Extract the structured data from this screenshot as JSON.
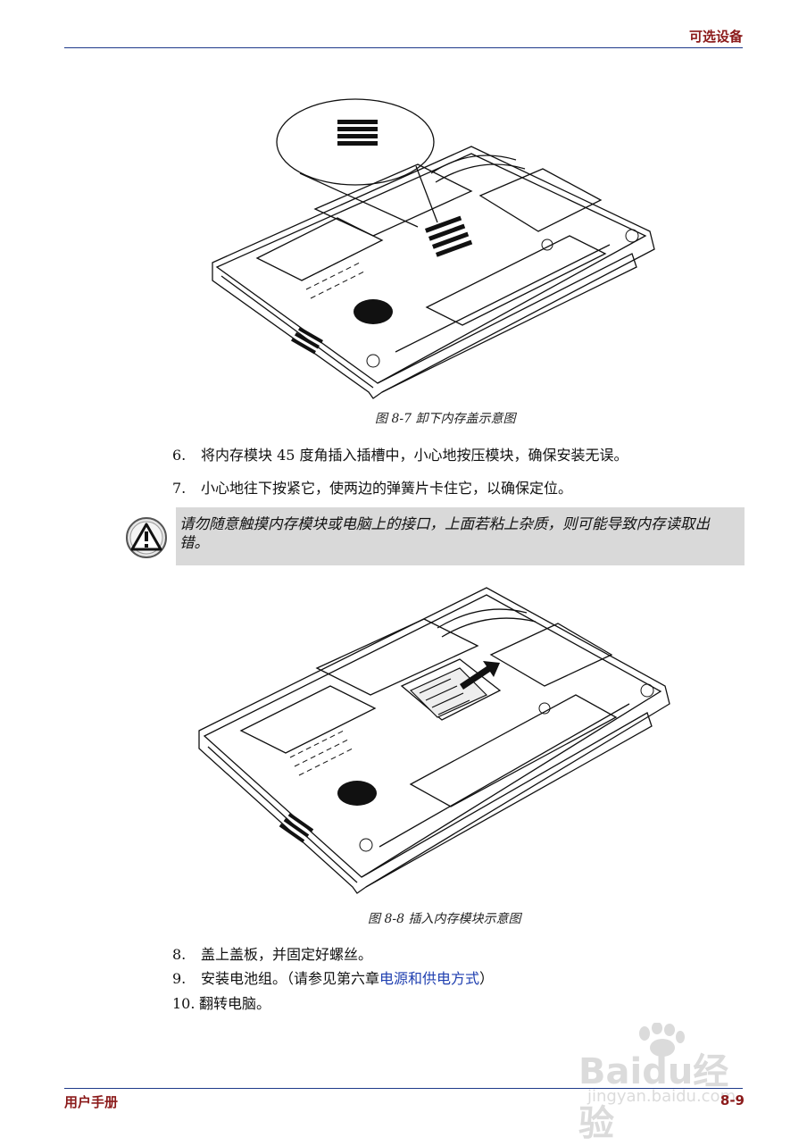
{
  "header": {
    "section_title": "可选设备"
  },
  "figures": [
    {
      "caption": "图 8-7 卸下内存盖示意图"
    },
    {
      "caption": "图 8-8 插入内存模块示意图"
    }
  ],
  "steps_a": [
    {
      "number": "6.",
      "text": "将内存模块 45 度角插入插槽中，小心地按压模块，确保安装无误。"
    },
    {
      "number": "7.",
      "text": "小心地往下按紧它，使两边的弹簧片卡住它，以确保定位。"
    }
  ],
  "warning": {
    "icon": "warning-triangle-icon",
    "text": "请勿随意触摸内存模块或电脑上的接口，上面若粘上杂质，则可能导致内存读取出错。"
  },
  "steps_b": [
    {
      "number": "8.",
      "text": "盖上盖板，并固定好螺丝。"
    },
    {
      "number": "9.",
      "text_before": "安装电池组。（请参见第六章",
      "link": "电源和供电方式",
      "text_after": "）"
    },
    {
      "number": "10.",
      "text": "翻转电脑。"
    }
  ],
  "footer": {
    "manual_name": "用户手册",
    "page_number": "8-9"
  },
  "watermark": {
    "brand": "Baidu经验",
    "url": "jingyan.baidu.com"
  },
  "colors": {
    "heading": "#8b1a1a",
    "rule": "#1e3a8a",
    "link": "#1f3fb0",
    "warning_bg": "#d9d9d9"
  }
}
